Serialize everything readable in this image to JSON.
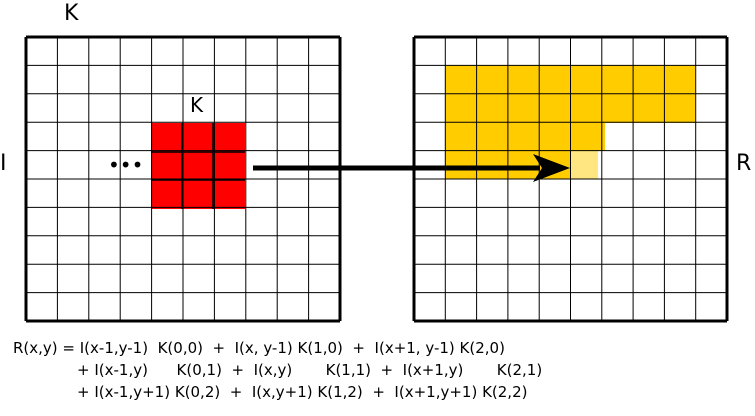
{
  "labels": {
    "top_k": "K",
    "inner_k": "K",
    "left_i": "I",
    "right_r": "R",
    "dots": "•••"
  },
  "colors": {
    "grid_line": "#000000",
    "kernel_fill": "#ff0000",
    "result_fill": "#ffcc00",
    "current_pixel": "#ffe680",
    "arrow": "#000000"
  },
  "grid": {
    "rows": 10,
    "cols": 10
  },
  "equation": {
    "line1": "R(x,y) = I(x-1,y-1)  K(0,0)  +  I(x, y-1) K(1,0)  +  I(x+1, y-1) K(2,0)",
    "line2": "+ I(x-1,y)      K(0,1)  +  I(x,y)       K(1,1)  +  I(x+1,y)       K(2,1)",
    "line3": "+ I(x-1,y+1) K(0,2)  +  I(x,y+1) K(1,2)  +  I(x+1,y+1) K(2,2)"
  }
}
